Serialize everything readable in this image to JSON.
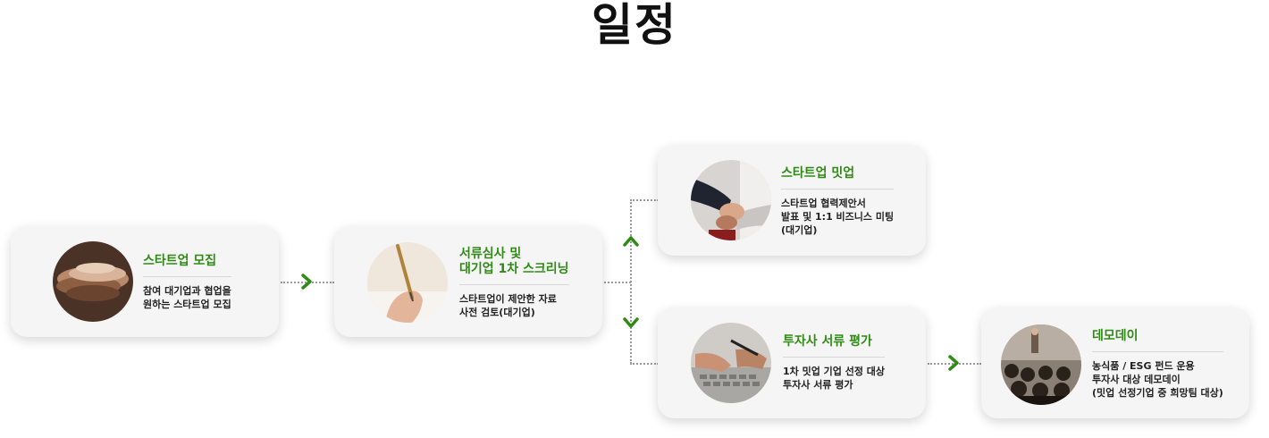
{
  "title": "일정",
  "colors": {
    "accent": "#2f8a16",
    "card_bg": "#f5f5f5",
    "connector": "#9a9a9a"
  },
  "steps": [
    {
      "heading": "스타트업 모집",
      "desc": [
        "참여 대기업과 협업을",
        "원하는 스타트업 모집"
      ],
      "image": "stacked-hands-photo"
    },
    {
      "heading": [
        "서류심사 및",
        "대기업 1차 스크리닝"
      ],
      "desc": [
        "스타트업이 제안한 자료",
        "사전 검토(대기업)"
      ],
      "image": "hand-writing-photo"
    },
    {
      "heading": "스타트업 밋업",
      "desc": [
        "스타트업 협력제안서",
        "발표 및 1:1 비즈니스 미팅",
        "(대기업)"
      ],
      "image": "handshake-photo"
    },
    {
      "heading": "투자사 서류 평가",
      "desc": [
        "1차 밋업 기업 선정 대상",
        "투자사 서류 평가"
      ],
      "image": "laptop-typing-photo"
    },
    {
      "heading": "데모데이",
      "desc": [
        "농식품 / ESG 펀드 운용",
        "투자사 대상 데모데이",
        "(밋업 선정기업 중 희망팀 대상)"
      ],
      "image": "conference-audience-photo"
    }
  ]
}
